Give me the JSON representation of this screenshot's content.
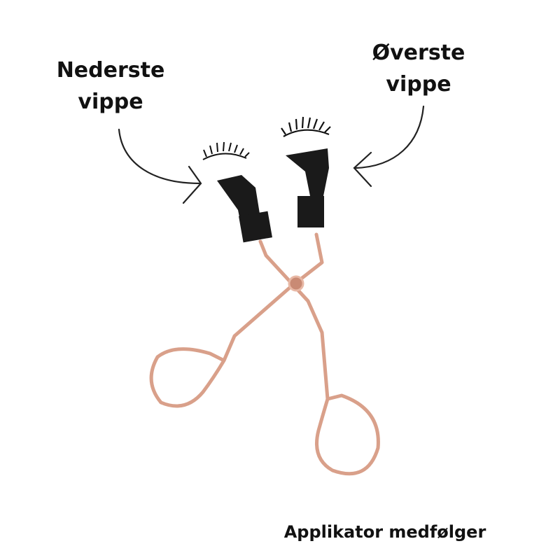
{
  "labels": {
    "lower_lash_line1": "Nederste",
    "lower_lash_line2": "vippe",
    "upper_lash_line1": "Øverste",
    "upper_lash_line2": "vippe"
  },
  "caption": "Applikator medfølger",
  "colors": {
    "text": "#111111",
    "rose_gold": "#d9a08a",
    "pad": "#1a1a1a"
  }
}
